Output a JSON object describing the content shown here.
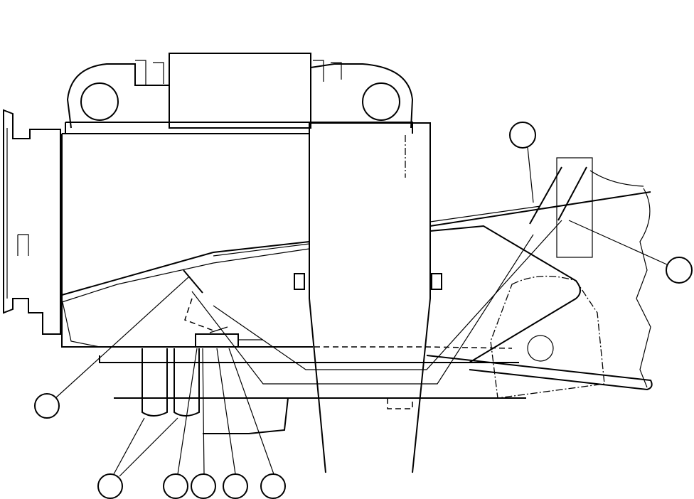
{
  "diagram": {
    "type": "engine-installation-line-drawing",
    "colors": {
      "line": "#000000",
      "background": "#ffffff"
    },
    "callouts": [
      {
        "id": "callout-1",
        "label": ""
      },
      {
        "id": "callout-2",
        "label": ""
      },
      {
        "id": "callout-3",
        "label": ""
      },
      {
        "id": "callout-4",
        "label": ""
      },
      {
        "id": "callout-5",
        "label": ""
      },
      {
        "id": "callout-6",
        "label": ""
      },
      {
        "id": "callout-7",
        "label": ""
      },
      {
        "id": "callout-8",
        "label": ""
      }
    ]
  }
}
